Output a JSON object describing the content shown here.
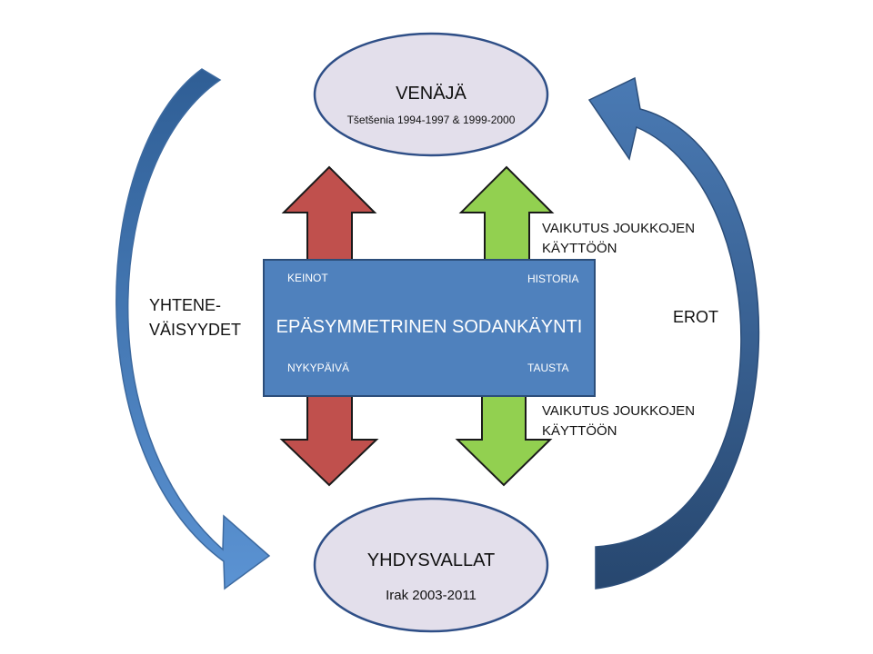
{
  "top_node": {
    "title": "VENÄJÄ",
    "subtitle": "Tšetšenia 1994-1997 & 1999-2000"
  },
  "bottom_node": {
    "title": "YHDYSVALLAT",
    "subtitle": "Irak 2003-2011"
  },
  "left_arrow_label": [
    "YHTENE-",
    "VÄISYYDET"
  ],
  "right_arrow_label": "EROT",
  "center_box": {
    "title": "EPÄSYMMETRINEN SODANKÄYNTI",
    "top_left": "KEINOT",
    "top_right": "HISTORIA",
    "bottom_left": "NYKYPÄIVÄ",
    "bottom_right": "TAUSTA"
  },
  "effect_labels": {
    "upper": [
      "VAIKUTUS JOUKKOJEN",
      "KÄYTTÖÖN"
    ],
    "lower": [
      "VAIKUTUS JOUKKOJEN",
      "KÄYTTÖÖN"
    ]
  },
  "colors": {
    "ellipse_fill": "#e3dfeb",
    "ellipse_stroke": "#2f4f87",
    "box_fill": "#4f81bd",
    "box_stroke": "#2c4e7a",
    "red_arrow": "#c0504d",
    "green_arrow": "#92d050",
    "left_curve": "#4a7ebb",
    "right_curve": "#3a6597"
  }
}
